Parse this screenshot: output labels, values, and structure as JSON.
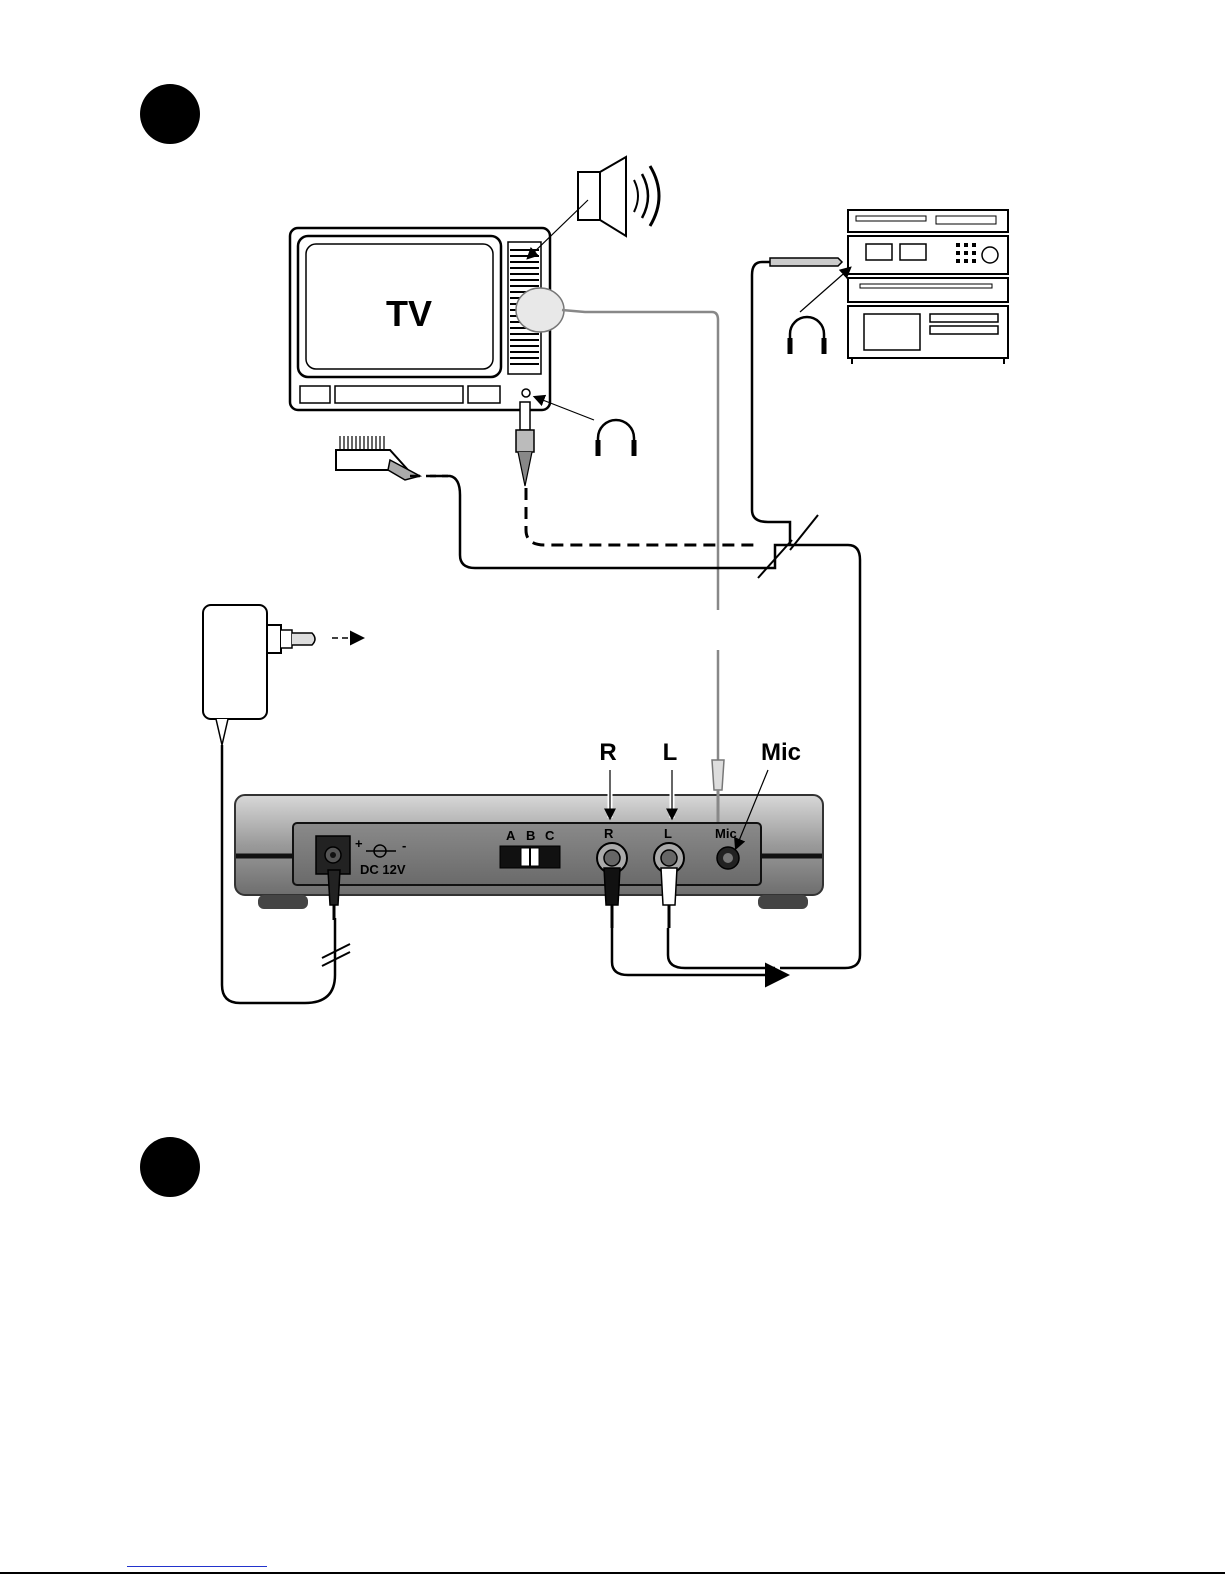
{
  "tv": {
    "label": "TV"
  },
  "receiver": {
    "jack_labels": {
      "r": "R",
      "l": "L",
      "mic": "Mic"
    },
    "panel": {
      "switch_positions": [
        "A",
        "B",
        "C"
      ],
      "dc_label": "DC 12V",
      "plus": "+",
      "minus": "-",
      "r": "R",
      "l": "L",
      "mic": "Mic"
    }
  },
  "icons": [
    "loudspeaker-icon",
    "headphones-icon",
    "scart-plug-icon",
    "power-adapter-icon",
    "hifi-stack-icon"
  ]
}
